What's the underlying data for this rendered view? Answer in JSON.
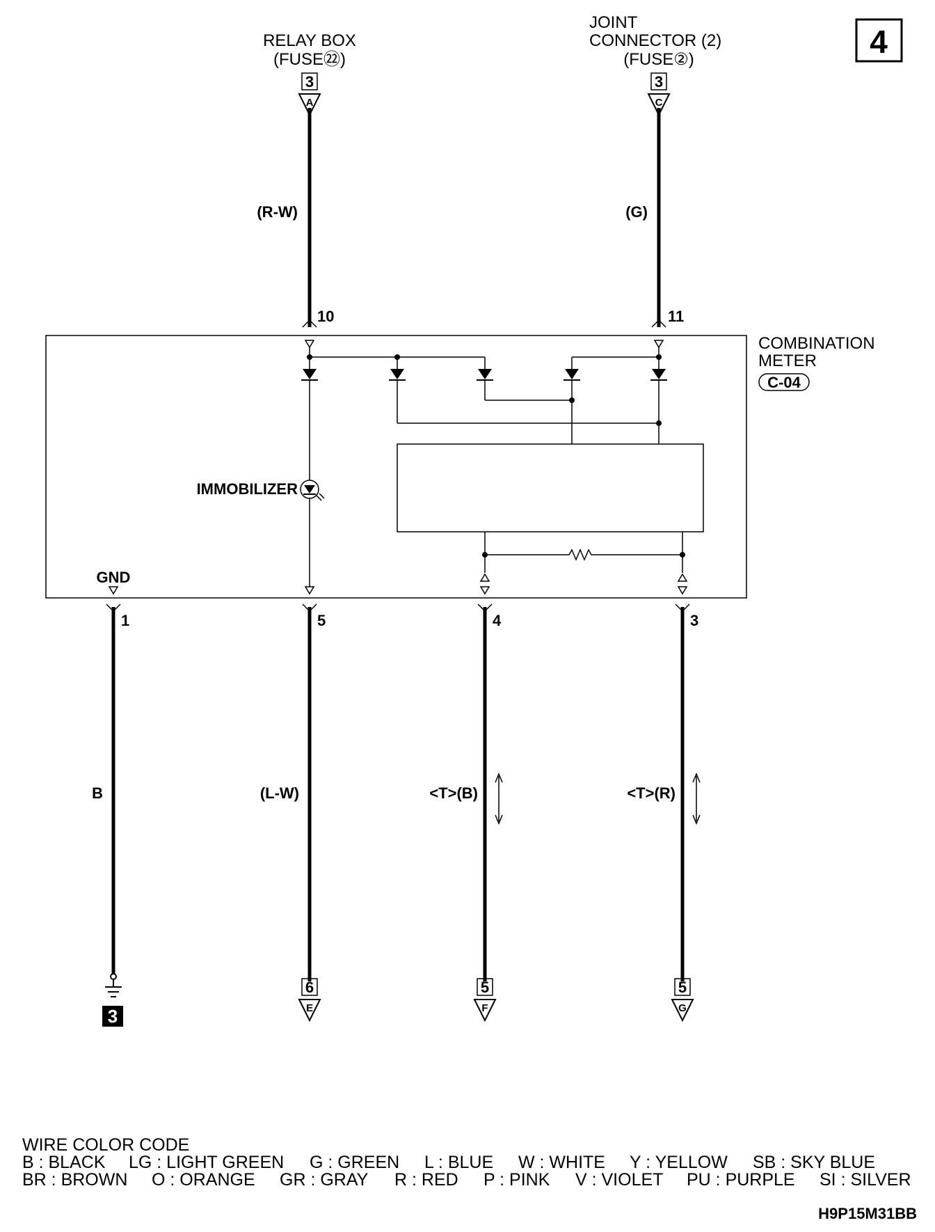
{
  "page_number": "4",
  "top_connectors": [
    {
      "name_lines": [
        "RELAY BOX"
      ],
      "fuse": "(FUSE㉒)",
      "box_number": "3",
      "letter": "A",
      "wire_color": "(R-W)",
      "pin": "10"
    },
    {
      "name_lines": [
        "JOINT",
        "CONNECTOR (2)"
      ],
      "fuse": "(FUSE②)",
      "box_number": "3",
      "letter": "C",
      "wire_color": "(G)",
      "pin": "11"
    }
  ],
  "component": {
    "name_lines": [
      "COMBINATION",
      "METER"
    ],
    "connector": "C-04"
  },
  "immobilizer_label": "IMMOBILIZER",
  "gnd_label": "GND",
  "bottom_wires": [
    {
      "pin": "1",
      "wire_color": "B"
    },
    {
      "pin": "5",
      "wire_color": "(L-W)",
      "box_number": "6",
      "letter": "E"
    },
    {
      "pin": "4",
      "wire_color": "<T>(B)",
      "box_number": "5",
      "letter": "F"
    },
    {
      "pin": "3",
      "wire_color": "<T>(R)",
      "box_number": "5",
      "letter": "G"
    }
  ],
  "ground_number": "3",
  "legend": {
    "title": "WIRE COLOR CODE",
    "row1": [
      "B : BLACK",
      "LG : LIGHT GREEN",
      "G : GREEN",
      "L : BLUE",
      "W : WHITE",
      "Y : YELLOW",
      "SB : SKY BLUE"
    ],
    "row2": [
      "BR : BROWN",
      "O : ORANGE",
      "GR : GRAY",
      "R : RED",
      "P : PINK",
      "V : VIOLET",
      "PU : PURPLE",
      "SI : SILVER"
    ]
  },
  "figure_code": "H9P15M31BB"
}
